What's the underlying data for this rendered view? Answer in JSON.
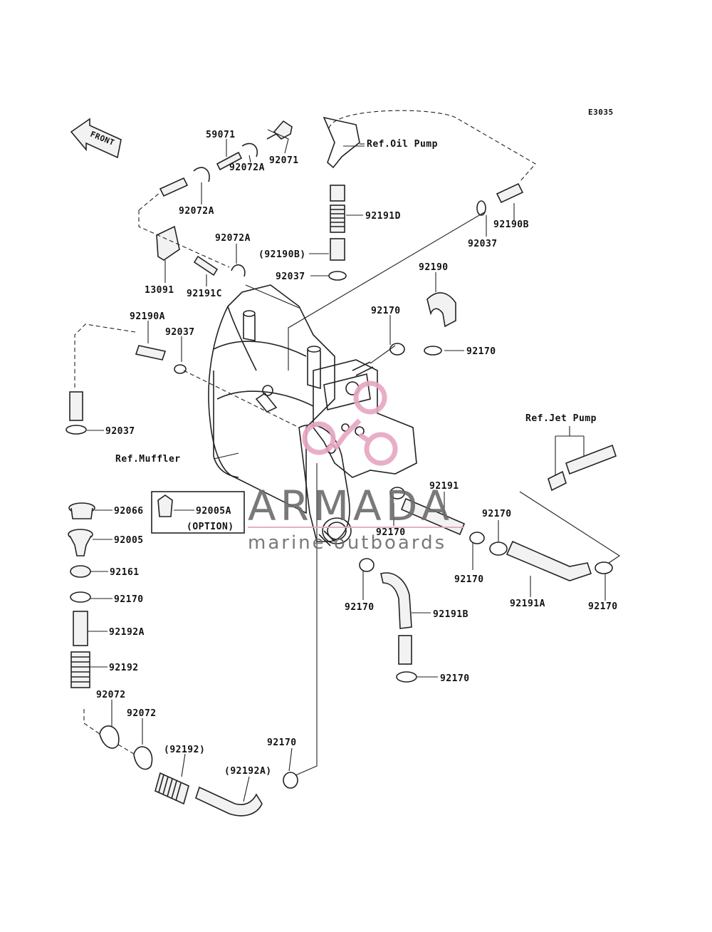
{
  "diagram": {
    "code": "E3035",
    "front_label": "FRONT",
    "refs": {
      "oil_pump": "Ref.Oil Pump",
      "jet_pump": "Ref.Jet Pump",
      "muffler": "Ref.Muffler"
    },
    "option_label": "(OPTION)",
    "parts": [
      {
        "id": "p59071",
        "text": "59071"
      },
      {
        "id": "p92071",
        "text": "92071"
      },
      {
        "id": "p92072A_top",
        "text": "92072A"
      },
      {
        "id": "p92072A_left",
        "text": "92072A"
      },
      {
        "id": "p92072A_mid",
        "text": "92072A"
      },
      {
        "id": "p13091",
        "text": "13091"
      },
      {
        "id": "p92191C",
        "text": "92191C"
      },
      {
        "id": "p92191D",
        "text": "92191D"
      },
      {
        "id": "p92190B_paren",
        "text": "(92190B)"
      },
      {
        "id": "p92037_a",
        "text": "92037"
      },
      {
        "id": "p92037_b",
        "text": "92037"
      },
      {
        "id": "p92190B",
        "text": "92190B"
      },
      {
        "id": "p92190",
        "text": "92190"
      },
      {
        "id": "p92170_a",
        "text": "92170"
      },
      {
        "id": "p92170_b",
        "text": "92170"
      },
      {
        "id": "p92190A",
        "text": "92190A"
      },
      {
        "id": "p92037_c",
        "text": "92037"
      },
      {
        "id": "p92037_d",
        "text": "92037"
      },
      {
        "id": "p92066",
        "text": "92066"
      },
      {
        "id": "p92005A",
        "text": "92005A"
      },
      {
        "id": "p92005",
        "text": "92005"
      },
      {
        "id": "p92161",
        "text": "92161"
      },
      {
        "id": "p92170_c",
        "text": "92170"
      },
      {
        "id": "p92192A",
        "text": "92192A"
      },
      {
        "id": "p92192",
        "text": "92192"
      },
      {
        "id": "p92072_a",
        "text": "92072"
      },
      {
        "id": "p92072_b",
        "text": "92072"
      },
      {
        "id": "p92192_paren",
        "text": "(92192)"
      },
      {
        "id": "p92192A_paren",
        "text": "(92192A)"
      },
      {
        "id": "p92170_d",
        "text": "92170"
      },
      {
        "id": "p92191",
        "text": "92191"
      },
      {
        "id": "p92170_e",
        "text": "92170"
      },
      {
        "id": "p92170_f",
        "text": "92170"
      },
      {
        "id": "p92170_g",
        "text": "92170"
      },
      {
        "id": "p92170_h",
        "text": "92170"
      },
      {
        "id": "p92191A",
        "text": "92191A"
      },
      {
        "id": "p92170_i",
        "text": "92170"
      },
      {
        "id": "p92191B",
        "text": "92191B"
      },
      {
        "id": "p92170_j",
        "text": "92170"
      }
    ]
  },
  "watermark": {
    "brand": "ARMADA",
    "tagline": "marine outboards",
    "logo_color": "#e7a6c2",
    "text_color": "#6b6b6b"
  }
}
